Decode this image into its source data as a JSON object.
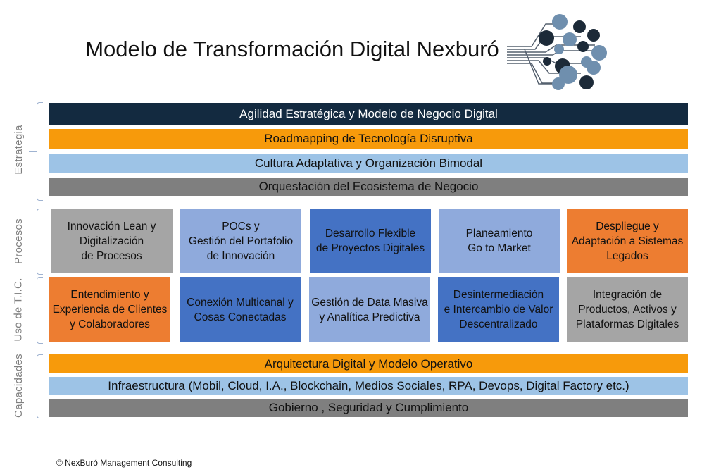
{
  "title": "Modelo de Transformación Digital Nexburó",
  "sections": {
    "estrategia": "Estrategia",
    "procesos": "Procesos",
    "tic": "Uso de T.I.C.",
    "capacidades": "Capacidades"
  },
  "estrategia_bars": [
    "Agilidad Estratégica y Modelo de Negocio Digital",
    "Roadmapping de Tecnología Disruptiva",
    "Cultura Adaptativa y Organización Bimodal",
    "Orquestación del Ecosistema de Negocio"
  ],
  "procesos": [
    "Innovación Lean y\nDigitalización\nde Procesos",
    "POCs y\nGestión del Portafolio\nde Innovación",
    "Desarrollo Flexible\nde Proyectos Digitales",
    "Planeamiento\nGo to Market",
    "Despliegue y\nAdaptación a Sistemas\nLegados"
  ],
  "tic": [
    "Entendimiento y\nExperiencia de Clientes\ny Colaboradores",
    "Conexión Multicanal y\nCosas Conectadas",
    "Gestión de Data Masiva\ny Analítica Predictiva",
    "Desintermediación\ne Intercambio de Valor\nDescentralizado",
    "Integración de\nProductos, Activos y\nPlataformas Digitales"
  ],
  "capacidades_bars": [
    "Arquitectura Digital y Modelo Operativo",
    "Infraestructura (Mobil, Cloud, I.A., Blockchain, Medios Sociales, RPA, Devops, Digital Factory etc.)",
    "Gobierno , Seguridad y Cumplimiento"
  ],
  "footer": "© NexBuró Management Consulting",
  "colors": {
    "navy": "#132a40",
    "orange": "#f79a0b",
    "lightblue": "#9dc3e6",
    "gray": "#7f7f7f",
    "boxgray": "#a5a5a5",
    "midblue": "#8faadc",
    "darkblue": "#4472c4",
    "boxorange": "#ed7d31"
  }
}
